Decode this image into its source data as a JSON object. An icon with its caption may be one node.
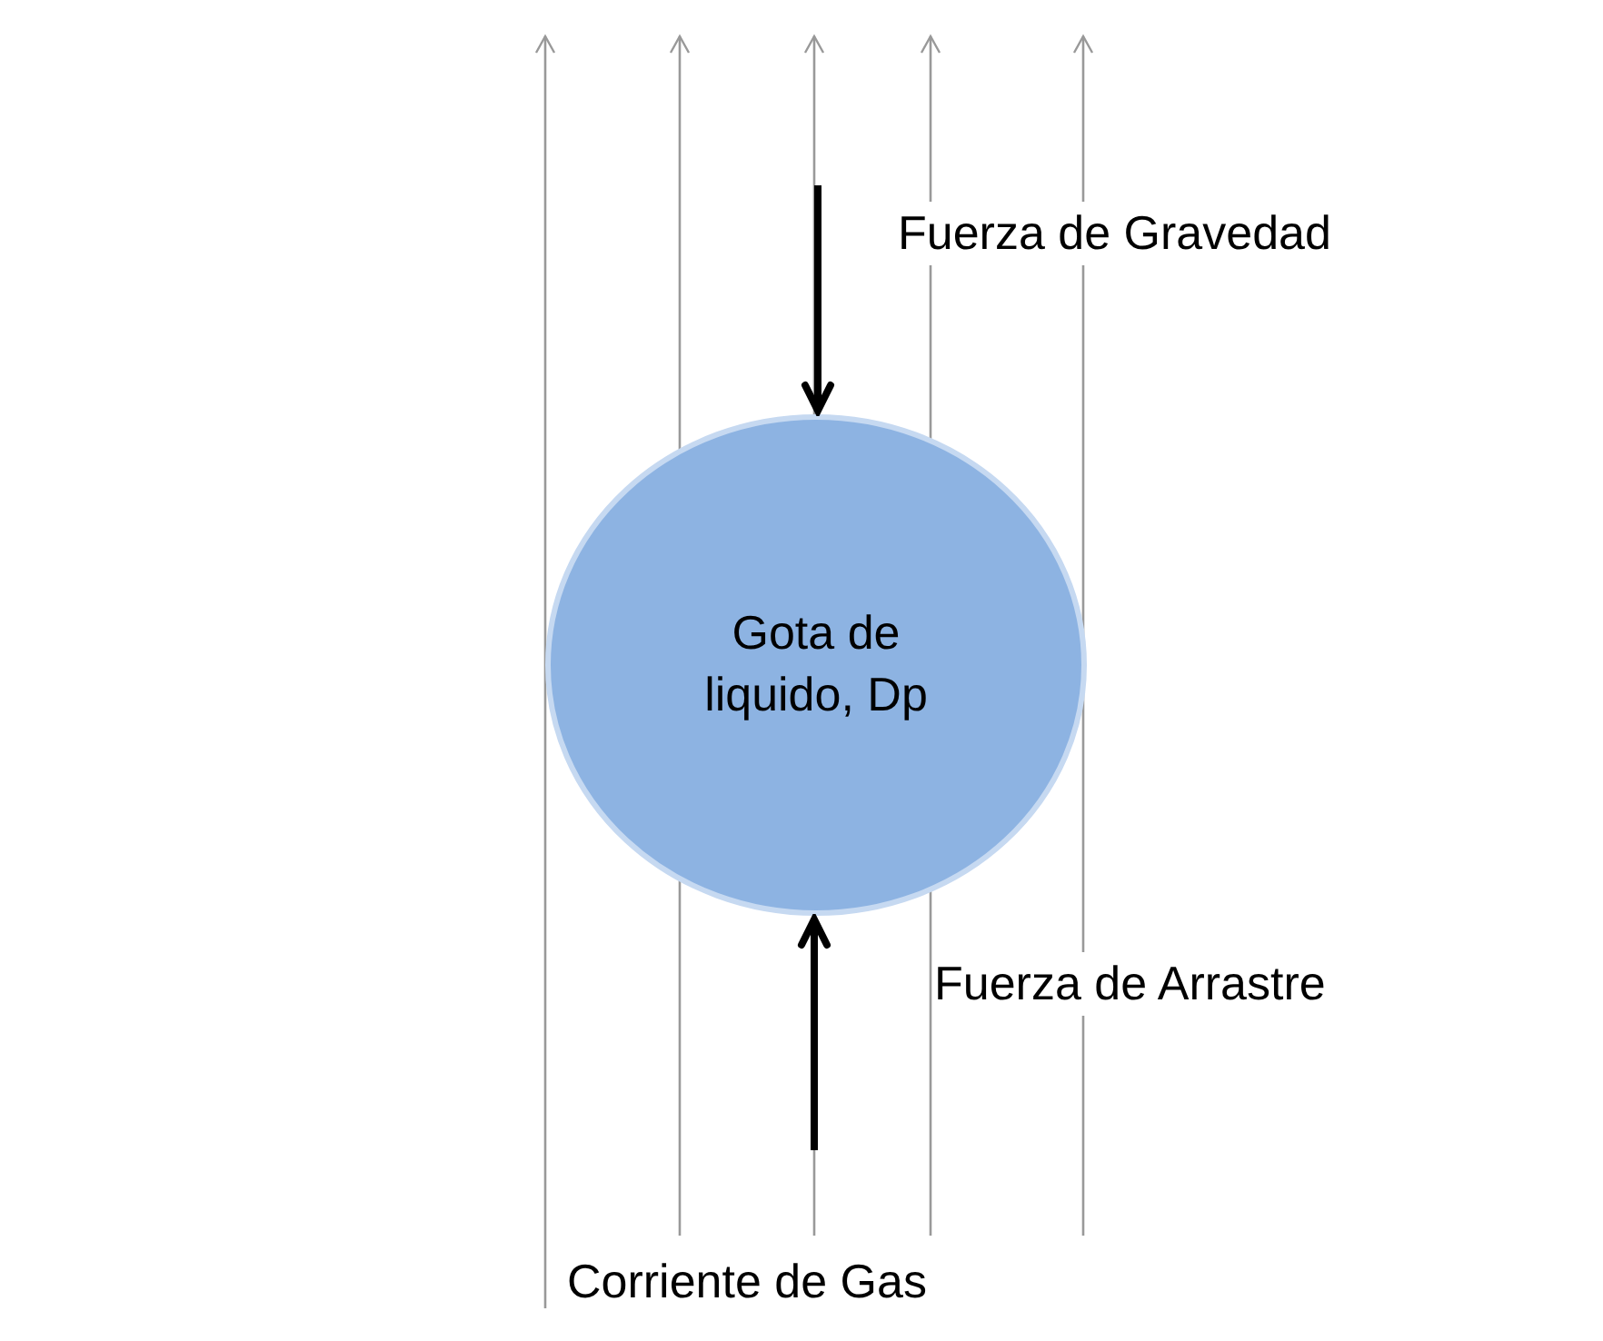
{
  "diagram": {
    "nodes": [
      {
        "text": [
          "Gota de liquido, Dp"
        ]
      }
    ],
    "labels": [
      "Fuerza de Gravedad",
      "Fuerza de Arrastre",
      "Corriente de Gas"
    ]
  }
}
